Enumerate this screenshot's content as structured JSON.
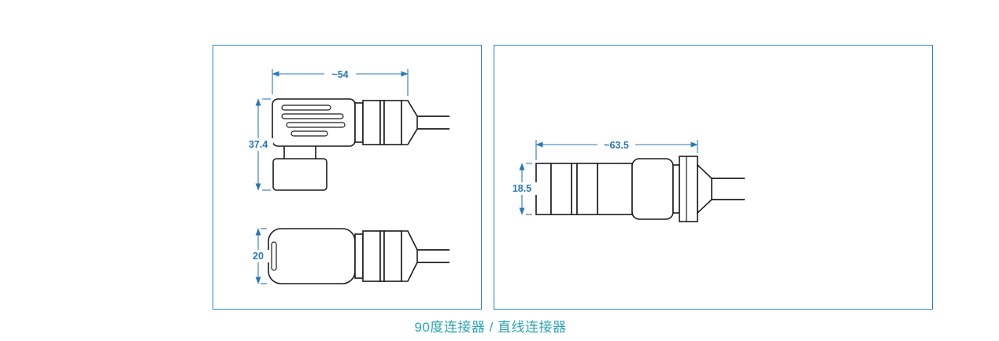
{
  "caption": {
    "text": "90度连接器 / 直线连接器"
  },
  "colors": {
    "dimension_blue": "#2878b8",
    "panel_border_blue": "#2e86c1",
    "caption_teal": "#29a4b6",
    "line_art": "#1c1c1c"
  },
  "left_panel": {
    "dimensions": {
      "length": "~54",
      "height": "37.4",
      "diameter": "20"
    }
  },
  "right_panel": {
    "dimensions": {
      "length": "~63.5",
      "diameter": "18.5"
    }
  }
}
